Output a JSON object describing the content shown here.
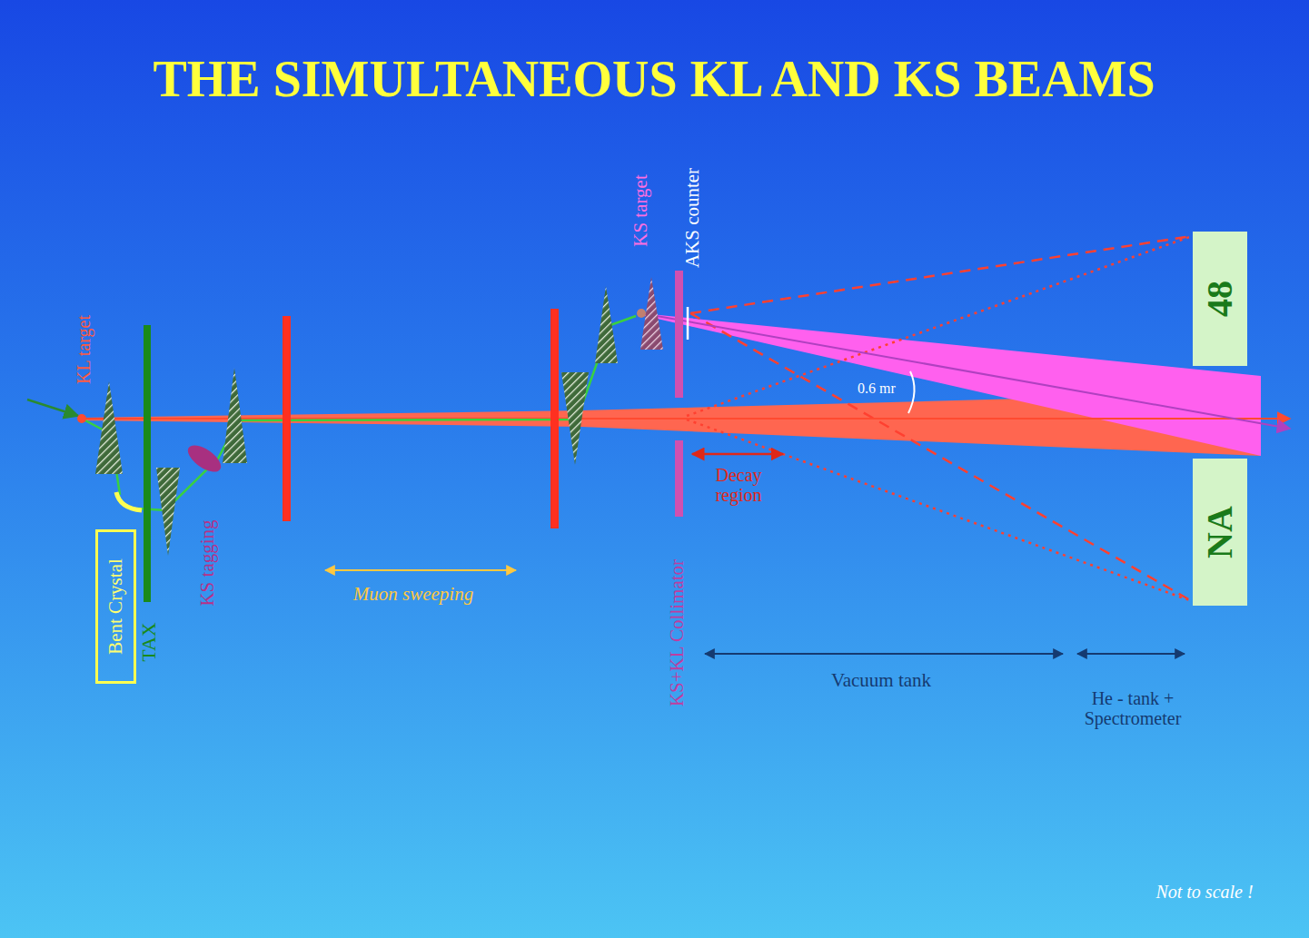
{
  "diagram": {
    "title": "THE SIMULTANEOUS KL AND KS BEAMS",
    "nodes": [
      {
        "text": [
          "Bent Crystal"
        ]
      },
      {
        "text": [
          "48"
        ]
      },
      {
        "text": [
          "NA"
        ]
      }
    ],
    "labels": [
      "KL target",
      "TAX",
      "KS tagging",
      "Muon sweeping",
      "KS target",
      "AKS counter",
      "KS+KL Collimator",
      "0.6 mr",
      "Decay region",
      "Vacuum tank",
      "He - tank + Spectrometer",
      "Not to scale !"
    ]
  }
}
